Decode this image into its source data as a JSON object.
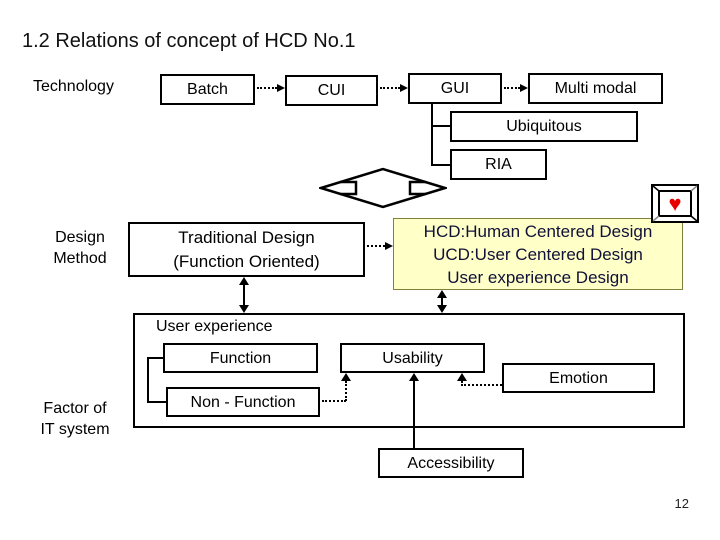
{
  "slide": {
    "title": "1.2 Relations of concept of HCD No.1",
    "page_number": "12"
  },
  "labels": {
    "technology": "Technology",
    "design_method": [
      "Design",
      "Method"
    ],
    "factor": [
      "Factor of",
      "IT system"
    ],
    "user_experience": "User experience"
  },
  "tech_row": {
    "batch": "Batch",
    "cui": "CUI",
    "gui": "GUI",
    "multi_modal": "Multi modal",
    "ubiquitous": "Ubiquitous",
    "ria": "RIA"
  },
  "design_row": {
    "traditional": [
      "Traditional Design",
      "(Function Oriented)"
    ],
    "hcd": [
      "HCD:Human Centered Design",
      "UCD:User Centered Design",
      "User experience Design"
    ]
  },
  "factor_row": {
    "function": "Function",
    "non_function": "Non - Function",
    "usability": "Usability",
    "emotion": "Emotion",
    "accessibility": "Accessibility"
  },
  "icons": {
    "heart_glyph": "♥"
  },
  "colors": {
    "highlight_fill": "#FFFFC8",
    "highlight_border": "#808040",
    "highlight_text": "#101038",
    "heart_red": "#E80000",
    "line_black": "#000000"
  }
}
